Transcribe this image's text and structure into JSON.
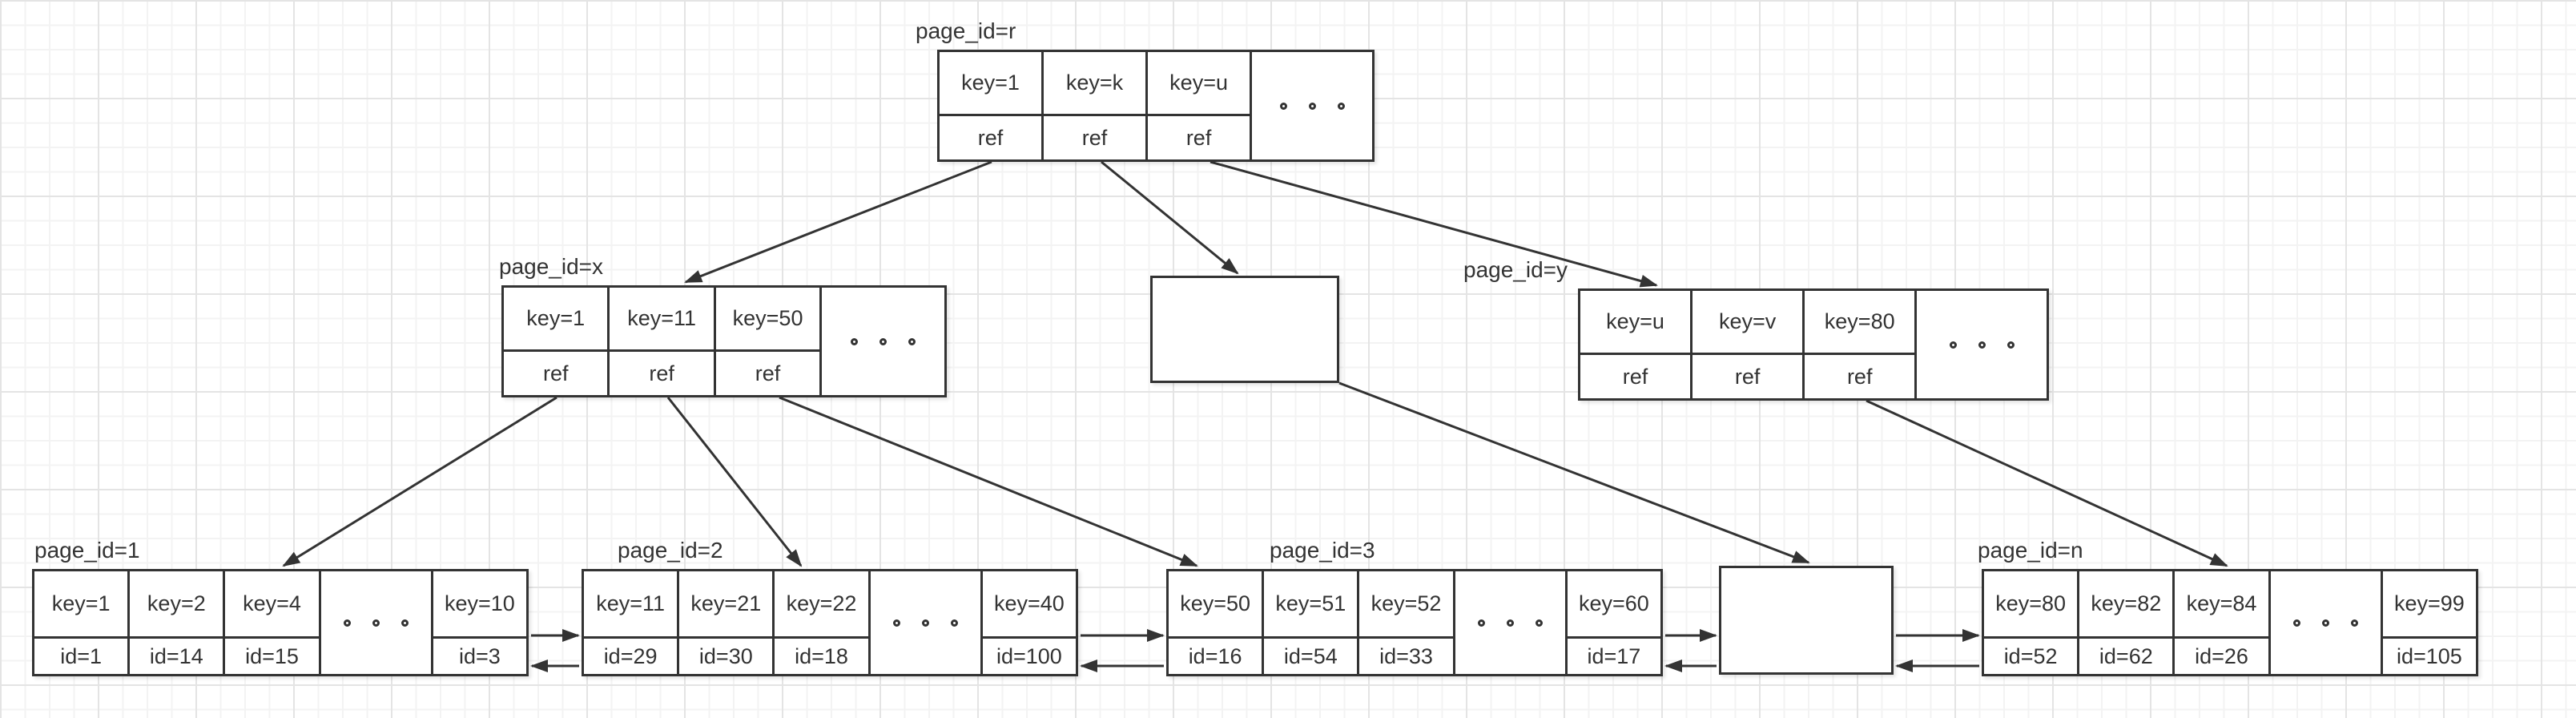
{
  "diagram": {
    "kind": "b-plus-tree-index",
    "colors": {
      "line": "#333333",
      "text": "#333333",
      "node_fill": "#ffffff",
      "background": "#ffffff",
      "grid_minor": "#f3f3f3",
      "grid_major": "#e4e4e4"
    },
    "nodes": [
      {
        "id": "root",
        "label": "page_id=r",
        "kind": "internal",
        "cells": [
          [
            "key=1",
            "ref"
          ],
          [
            "key=k",
            "ref"
          ],
          [
            "key=u",
            "ref"
          ],
          "dots"
        ]
      },
      {
        "id": "x",
        "label": "page_id=x",
        "kind": "internal",
        "cells": [
          [
            "key=1",
            "ref"
          ],
          [
            "key=11",
            "ref"
          ],
          [
            "key=50",
            "ref"
          ],
          "dots"
        ]
      },
      {
        "id": "mid",
        "label": "",
        "kind": "empty",
        "cells": []
      },
      {
        "id": "y",
        "label": "page_id=y",
        "kind": "internal",
        "cells": [
          [
            "key=u",
            "ref"
          ],
          [
            "key=v",
            "ref"
          ],
          [
            "key=80",
            "ref"
          ],
          "dots"
        ]
      },
      {
        "id": "leaf1",
        "label": "page_id=1",
        "kind": "leaf",
        "cells": [
          [
            "key=1",
            "id=1"
          ],
          [
            "key=2",
            "id=14"
          ],
          [
            "key=4",
            "id=15"
          ],
          "dots",
          [
            "key=10",
            "id=3"
          ]
        ]
      },
      {
        "id": "leaf2",
        "label": "page_id=2",
        "kind": "leaf",
        "cells": [
          [
            "key=11",
            "id=29"
          ],
          [
            "key=21",
            "id=30"
          ],
          [
            "key=22",
            "id=18"
          ],
          "dots",
          [
            "key=40",
            "id=100"
          ]
        ]
      },
      {
        "id": "leaf3",
        "label": "page_id=3",
        "kind": "leaf",
        "cells": [
          [
            "key=50",
            "id=16"
          ],
          [
            "key=51",
            "id=54"
          ],
          [
            "key=52",
            "id=33"
          ],
          "dots",
          [
            "key=60",
            "id=17"
          ]
        ]
      },
      {
        "id": "leafE",
        "label": "",
        "kind": "empty",
        "cells": []
      },
      {
        "id": "leafn",
        "label": "page_id=n",
        "kind": "leaf",
        "cells": [
          [
            "key=80",
            "id=52"
          ],
          [
            "key=82",
            "id=62"
          ],
          [
            "key=84",
            "id=26"
          ],
          "dots",
          [
            "key=99",
            "id=105"
          ]
        ]
      }
    ],
    "edges": [
      {
        "id": "root-x",
        "from": "root.ref1",
        "to": "x",
        "kind": "child"
      },
      {
        "id": "root-mid",
        "from": "root.ref2",
        "to": "mid",
        "kind": "child"
      },
      {
        "id": "root-y",
        "from": "root.ref3",
        "to": "y",
        "kind": "child"
      },
      {
        "id": "x-leaf1",
        "from": "x.ref1",
        "to": "leaf1",
        "kind": "child"
      },
      {
        "id": "x-leaf2",
        "from": "x.ref2",
        "to": "leaf2",
        "kind": "child"
      },
      {
        "id": "x-leaf3",
        "from": "x.ref3",
        "to": "leaf3",
        "kind": "child"
      },
      {
        "id": "mid-leafE",
        "from": "mid",
        "to": "leafE",
        "kind": "child"
      },
      {
        "id": "y-leafn",
        "from": "y.ref3",
        "to": "leafn",
        "kind": "child"
      },
      {
        "id": "l1-l2-next",
        "from": "leaf1",
        "to": "leaf2",
        "kind": "next"
      },
      {
        "id": "l2-l1-prev",
        "from": "leaf2",
        "to": "leaf1",
        "kind": "prev"
      },
      {
        "id": "l2-l3-next",
        "from": "leaf2",
        "to": "leaf3",
        "kind": "next"
      },
      {
        "id": "l3-l2-prev",
        "from": "leaf3",
        "to": "leaf2",
        "kind": "prev"
      },
      {
        "id": "l3-lE-next",
        "from": "leaf3",
        "to": "leafE",
        "kind": "next"
      },
      {
        "id": "lE-l3-prev",
        "from": "leafE",
        "to": "leaf3",
        "kind": "prev"
      },
      {
        "id": "lE-ln-next",
        "from": "leafE",
        "to": "leafn",
        "kind": "next"
      },
      {
        "id": "ln-lE-prev",
        "from": "leafn",
        "to": "leafE",
        "kind": "prev"
      }
    ]
  }
}
